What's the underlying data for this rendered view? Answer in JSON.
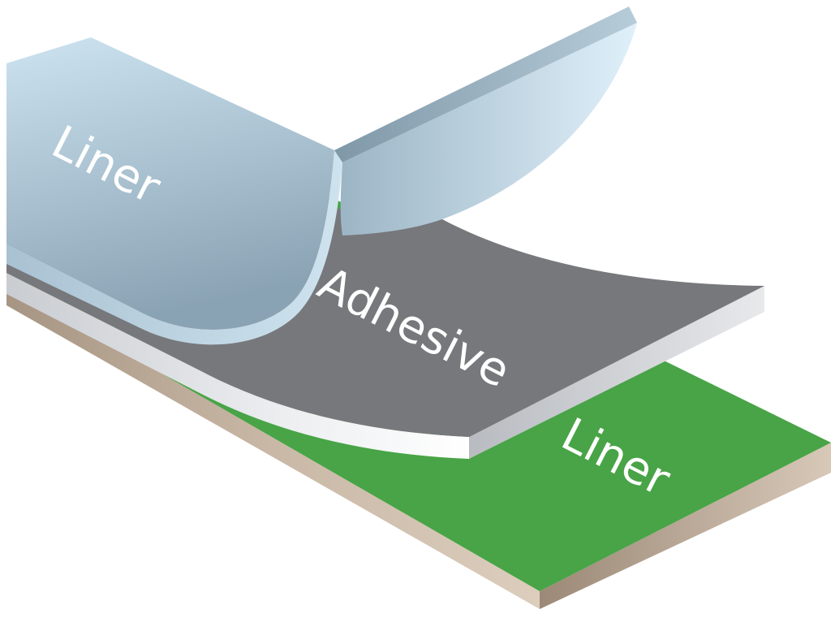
{
  "labels": {
    "top_liner": "Liner",
    "adhesive": "Adhesive",
    "bottom_liner": "Liner"
  },
  "colors": {
    "background": "#ffffff",
    "bottom_liner_top": "#48a446",
    "bottom_liner_edge": "#c8b6a4",
    "adhesive_top": "#77787c",
    "adhesive_edge": "#d6d8dc",
    "top_liner_face": "#9bb6c7",
    "top_liner_highlight": "#dceef8",
    "label_text": "#ffffff"
  }
}
